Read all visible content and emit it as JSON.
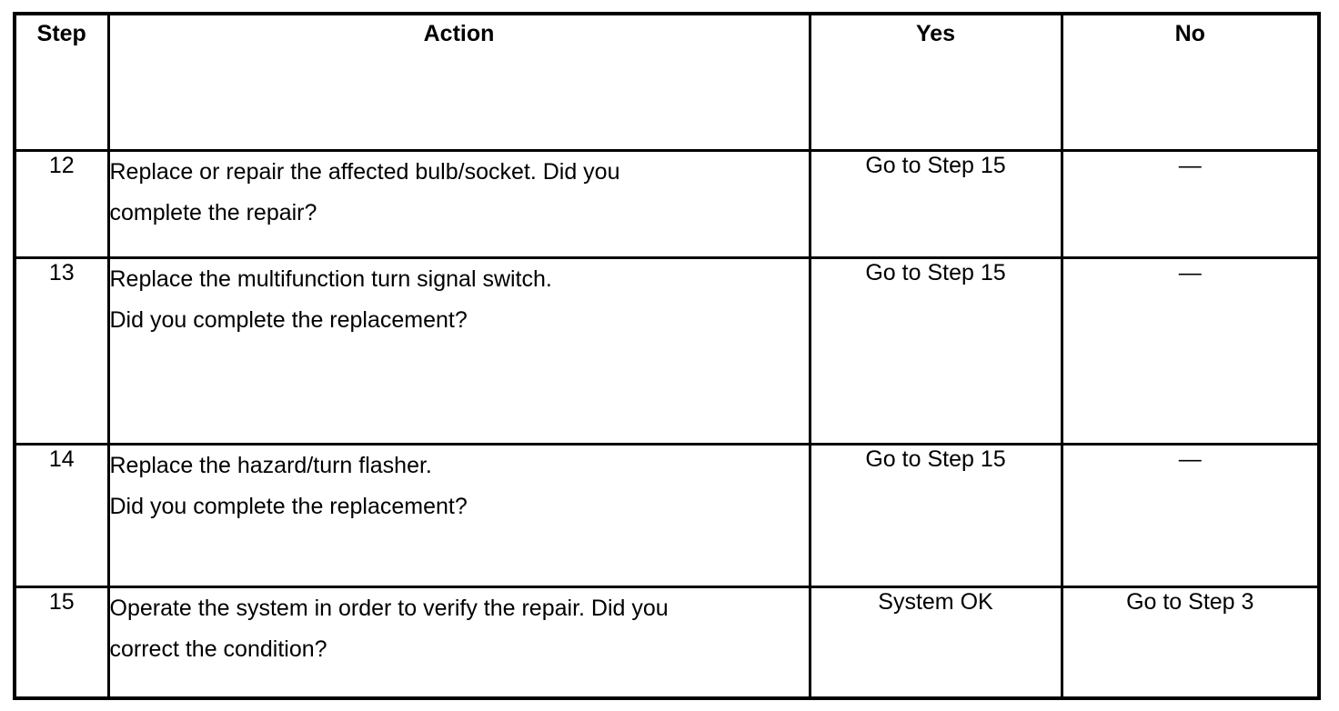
{
  "table": {
    "headers": {
      "step": "Step",
      "action": "Action",
      "yes": "Yes",
      "no": "No"
    },
    "rows": [
      {
        "step": "12",
        "action_lines": [
          "Replace or repair the affected bulb/socket. Did you",
          "complete the repair?"
        ],
        "yes": "Go to Step 15",
        "no": "—"
      },
      {
        "step": "13",
        "action_lines": [
          "Replace the multifunction turn signal switch.",
          "Did you complete the replacement?"
        ],
        "yes": "Go to Step 15",
        "no": "—"
      },
      {
        "step": "14",
        "action_lines": [
          "Replace the hazard/turn flasher.",
          "Did you complete the replacement?"
        ],
        "yes": "Go to Step 15",
        "no": "—"
      },
      {
        "step": "15",
        "action_lines": [
          "Operate the system in order to verify the repair. Did you",
          "correct the condition?"
        ],
        "yes": "System OK",
        "no": "Go to Step 3"
      }
    ]
  },
  "colors": {
    "ink": "#000000",
    "paper": "#ffffff"
  }
}
